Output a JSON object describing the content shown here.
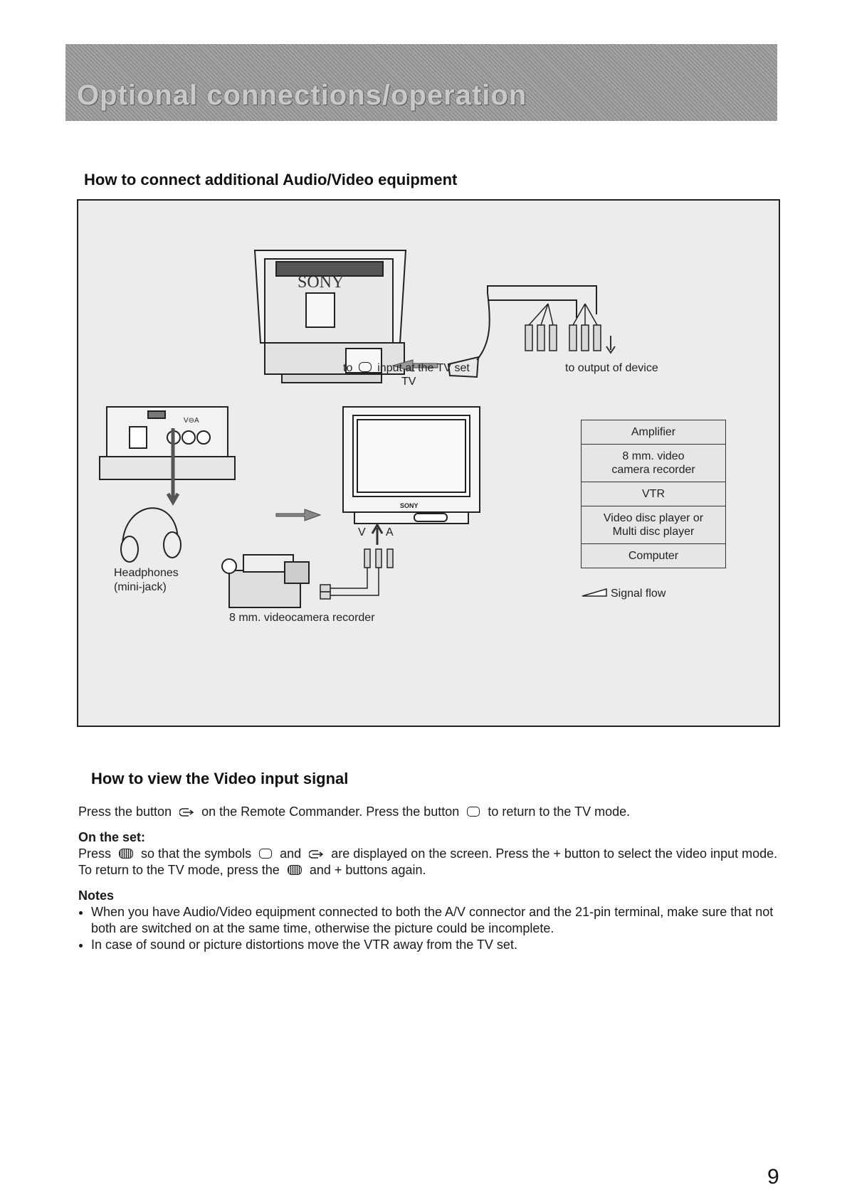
{
  "header": {
    "title": "Optional connections/operation"
  },
  "section1": {
    "heading": "How to connect additional Audio/Video equipment"
  },
  "diagram": {
    "brand_label": "SONY",
    "tv_input_label_pre": "to",
    "tv_input_label_post": "input at the TV set",
    "tv_label": "TV",
    "output_label": "to output of device",
    "devices": [
      "Amplifier",
      "8 mm. video\ncamera recorder",
      "VTR",
      "Video disc player or\nMulti disc player",
      "Computer"
    ],
    "panel_label": "V⊖A",
    "v_label": "V",
    "a_label": "A",
    "headphones_label": "Headphones\n(mini-jack)",
    "camcorder_label": "8 mm. videocamera recorder",
    "signal_flow_label": "Signal flow"
  },
  "section2": {
    "heading": "How to view the Video input signal",
    "para1_a": "Press the button",
    "para1_b": "on the Remote Commander. Press the button",
    "para1_c": "to return to the TV mode.",
    "on_set_heading": "On the set:",
    "on_set_a": "Press",
    "on_set_b": "so that the symbols",
    "on_set_c": "and",
    "on_set_d": "are displayed on the screen. Press the + button to select the video input mode. To return to the TV mode, press the",
    "on_set_e": "and + buttons again.",
    "notes_heading": "Notes",
    "notes": [
      "When you have Audio/Video equipment connected to both the A/V connector and the 21-pin terminal, make sure that not both are switched on at the same time, otherwise the picture could be incomplete.",
      "In case of sound or picture distortions move the VTR away from the TV set."
    ]
  },
  "page_number": "9"
}
